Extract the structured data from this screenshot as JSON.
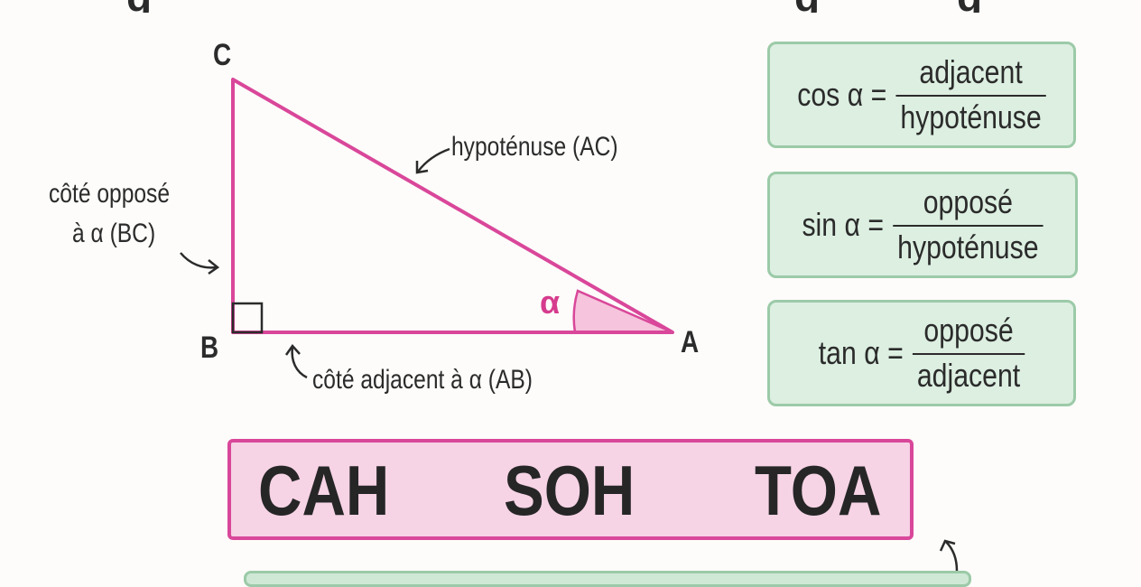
{
  "title": "",
  "vertices": {
    "a": "A",
    "b": "B",
    "c": "C"
  },
  "angle_symbol": "α",
  "sides": {
    "hypotenuse": "hypoténuse (AC)",
    "opposite_line1": "côté opposé",
    "opposite_line2": "à α (BC)",
    "adjacent": "côté adjacent à α (AB)"
  },
  "formulas": {
    "cos": {
      "lhs": "cos α =",
      "numerator": "adjacent",
      "denominator": "hypoténuse"
    },
    "sin": {
      "lhs": "sin α =",
      "numerator": "opposé",
      "denominator": "hypoténuse"
    },
    "tan": {
      "lhs": "tan α =",
      "numerator": "opposé",
      "denominator": "adjacent"
    }
  },
  "mnemonic": {
    "cah": "CAH",
    "soh": "SOH",
    "toa": "TOA"
  },
  "colors": {
    "triangle_stroke": "#d9479a",
    "angle_fill": "#f6c4dc",
    "card_fill": "#dcefe1",
    "card_border": "#9ccaa8",
    "mnemonic_fill": "#f6d3e5",
    "mnemonic_border": "#d9479a"
  }
}
